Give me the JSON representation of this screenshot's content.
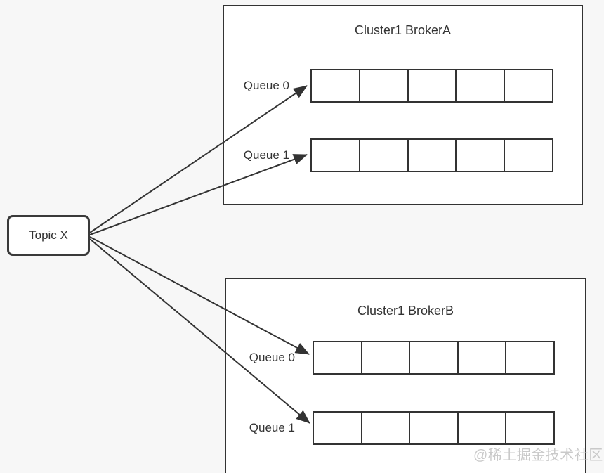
{
  "page": {
    "background_color": "#f7f7f7",
    "ink_color": "#333333"
  },
  "topic": {
    "label": "Topic X"
  },
  "brokers": [
    {
      "title": "Cluster1 BrokerA",
      "queues": [
        {
          "label": "Queue 0",
          "cells": 5
        },
        {
          "label": "Queue 1",
          "cells": 5
        }
      ]
    },
    {
      "title": "Cluster1 BrokerB",
      "queues": [
        {
          "label": "Queue 0",
          "cells": 5
        },
        {
          "label": "Queue 1",
          "cells": 5
        }
      ]
    }
  ],
  "edges": [
    {
      "from": "topic-x",
      "to": "brokerA-queue-0"
    },
    {
      "from": "topic-x",
      "to": "brokerA-queue-1"
    },
    {
      "from": "topic-x",
      "to": "brokerB-queue-0"
    },
    {
      "from": "topic-x",
      "to": "brokerB-queue-1"
    }
  ],
  "watermark": {
    "text": "@稀土掘金技术社区",
    "color": "#c9c9c9"
  }
}
